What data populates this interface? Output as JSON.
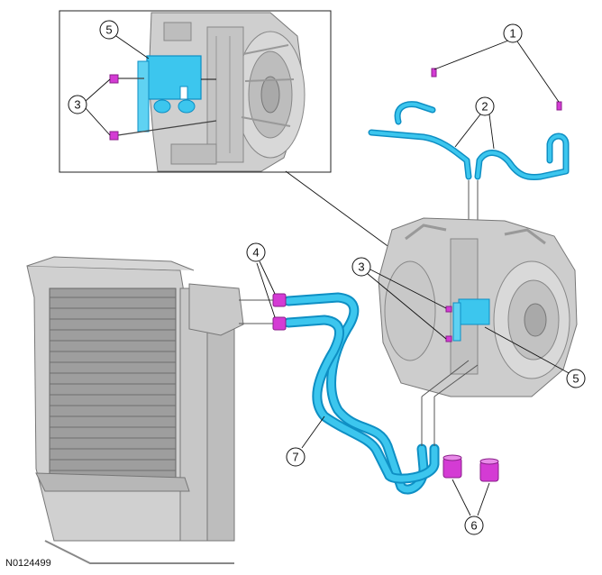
{
  "figure_id": "N0124499",
  "callouts": {
    "c1": "1",
    "c2": "2",
    "c3_inset": "3",
    "c3_main": "3",
    "c4": "4",
    "c5_inset": "5",
    "c5_main": "5",
    "c6": "6",
    "c7": "7"
  },
  "colors": {
    "hose": "#3cc6ee",
    "hose_outline": "#0e8fc4",
    "fastener": "#d43bd4",
    "metal": "#c9c9c9"
  }
}
